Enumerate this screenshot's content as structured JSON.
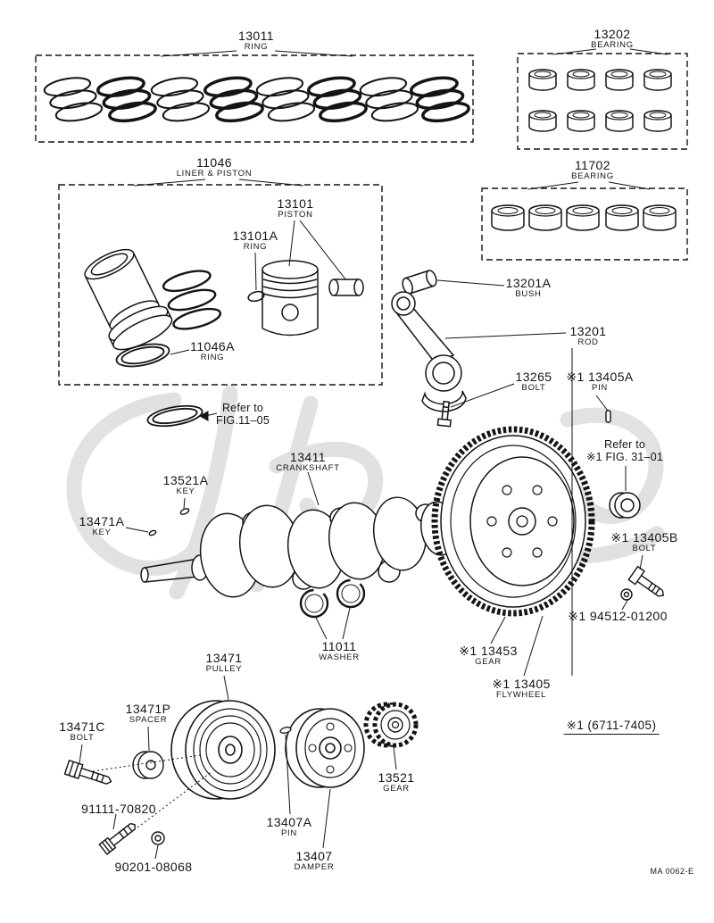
{
  "doc": {
    "footer_code": "MA 0062-E",
    "footnote": "※1 (6711-7405)"
  },
  "refer_notes": {
    "fig1105": {
      "line1": "Refer to",
      "line2": "FIG.11–05"
    },
    "fig3101": {
      "line1": "Refer to",
      "line2": "※1 FIG. 31–01"
    }
  },
  "labels": {
    "p13011": {
      "num": "13011",
      "name": "RING"
    },
    "p13202": {
      "num": "13202",
      "name": "BEARING"
    },
    "p11046": {
      "num": "11046",
      "name": "LINER & PISTON"
    },
    "p13101": {
      "num": "13101",
      "name": "PISTON"
    },
    "p13101A": {
      "num": "13101A",
      "name": "RING"
    },
    "p11046A": {
      "num": "11046A",
      "name": "RING"
    },
    "p11702": {
      "num": "11702",
      "name": "BEARING"
    },
    "p13201A": {
      "num": "13201A",
      "name": "BUSH"
    },
    "p13201": {
      "num": "13201",
      "name": "ROD"
    },
    "p13265": {
      "num": "13265",
      "name": "BOLT"
    },
    "p13405A": {
      "num": "※1 13405A",
      "name": "PIN"
    },
    "p13411": {
      "num": "13411",
      "name": "CRANKSHAFT"
    },
    "p13521A": {
      "num": "13521A",
      "name": "KEY"
    },
    "p13471A": {
      "num": "13471A",
      "name": "KEY"
    },
    "p13405B": {
      "num": "※1 13405B",
      "name": "BOLT"
    },
    "p94512": {
      "num": "※1 94512-01200"
    },
    "p11011": {
      "num": "11011",
      "name": "WASHER"
    },
    "p13453": {
      "num": "※1 13453",
      "name": "GEAR"
    },
    "p13405": {
      "num": "※1 13405",
      "name": "FLYWHEEL"
    },
    "p13471": {
      "num": "13471",
      "name": "PULLEY"
    },
    "p13471P": {
      "num": "13471P",
      "name": "SPACER"
    },
    "p13471C": {
      "num": "13471C",
      "name": "BOLT"
    },
    "p91111": {
      "num": "91111-70820"
    },
    "p13407A": {
      "num": "13407A",
      "name": "PIN"
    },
    "p90201": {
      "num": "90201-08068"
    },
    "p13407": {
      "num": "13407",
      "name": "DAMPER"
    },
    "p13521": {
      "num": "13521",
      "name": "GEAR"
    }
  }
}
